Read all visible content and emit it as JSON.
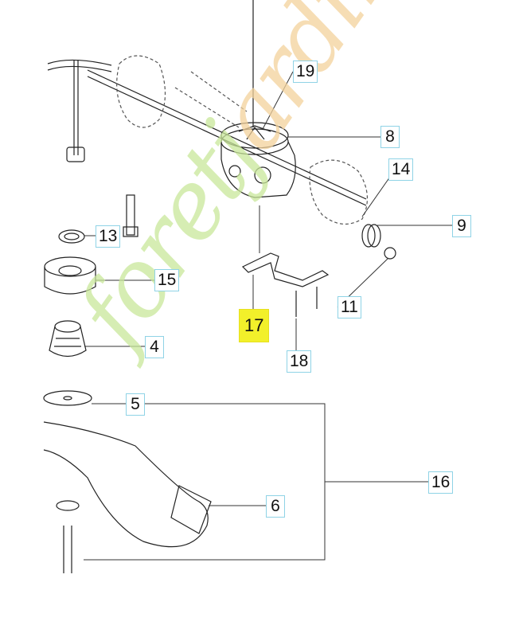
{
  "diagram": {
    "labels": [
      {
        "id": "19",
        "text": "19"
      },
      {
        "id": "8",
        "text": "8"
      },
      {
        "id": "14",
        "text": "14"
      },
      {
        "id": "9",
        "text": "9"
      },
      {
        "id": "13",
        "text": "13"
      },
      {
        "id": "15",
        "text": "15"
      },
      {
        "id": "11",
        "text": "11"
      },
      {
        "id": "17",
        "text": "17",
        "highlighted": true
      },
      {
        "id": "18",
        "text": "18"
      },
      {
        "id": "4",
        "text": "4"
      },
      {
        "id": "5",
        "text": "5"
      },
      {
        "id": "16",
        "text": "16"
      },
      {
        "id": "6",
        "text": "6"
      }
    ],
    "highlight_color": "#f2f02a",
    "label_border_color": "#8fd3e6"
  },
  "watermark": {
    "text_a": "foretj",
    "text_b": "ardin.com"
  }
}
